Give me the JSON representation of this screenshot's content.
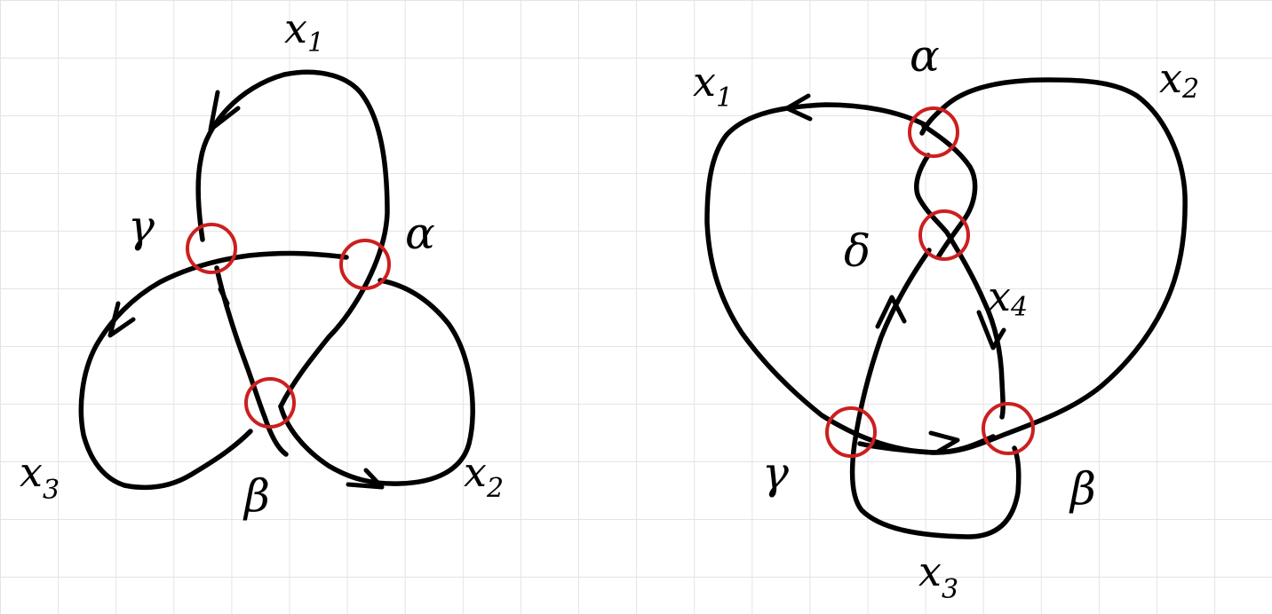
{
  "colors": {
    "paper": "#ffffff",
    "grid": "#e4e4e4",
    "ink": "#000000",
    "crossing_marker": "#cc1f1f"
  },
  "diagrams": [
    {
      "labels": {
        "x1": {
          "var": "x",
          "sub": "1"
        },
        "x2": {
          "var": "x",
          "sub": "2"
        },
        "x3": {
          "var": "x",
          "sub": "3"
        },
        "alpha": "α",
        "beta": "β",
        "gamma": "γ"
      }
    },
    {
      "labels": {
        "x1": {
          "var": "x",
          "sub": "1"
        },
        "x2": {
          "var": "x",
          "sub": "2"
        },
        "x3": {
          "var": "x",
          "sub": "3"
        },
        "x4": {
          "var": "x",
          "sub": "4"
        },
        "alpha": "α",
        "beta": "β",
        "gamma": "γ",
        "delta": "δ"
      }
    }
  ]
}
